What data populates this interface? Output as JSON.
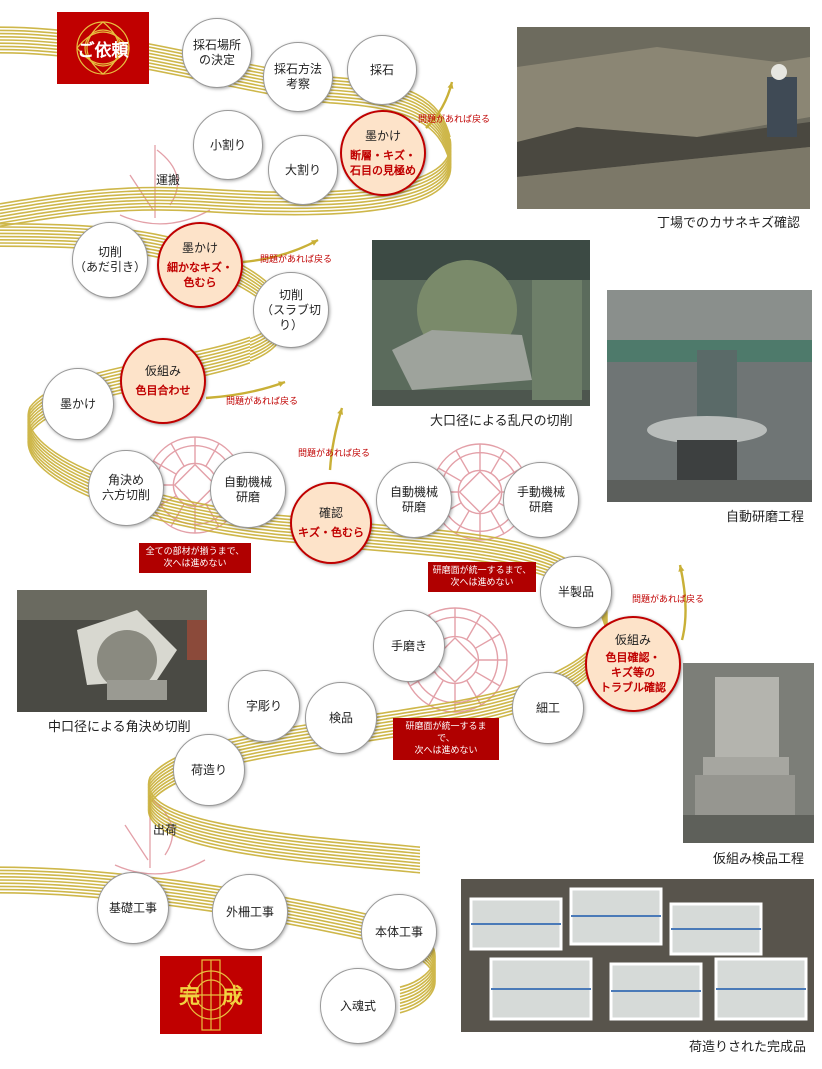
{
  "start_label": "ご依頼",
  "end_label_1": "完",
  "end_label_2": "成",
  "nodes": {
    "site": "採石場所\nの決定",
    "method": "採石方法\n考察",
    "quarry": "採石",
    "sumi1_title": "墨かけ",
    "sumi1_note": "断層・キズ・\n石目の見極め",
    "kowari": "小割り",
    "owari": "大割り",
    "unpan": "運搬",
    "kiri1": "切削\n（あだ引き）",
    "sumi2_title": "墨かけ",
    "sumi2_note": "細かなキズ・\n色むら",
    "kiri2": "切削\n（スラブ切り）",
    "kari1_title": "仮組み",
    "kari1_note": "色目合わせ",
    "sumi3": "墨かけ",
    "kaku": "角決め\n六方切削",
    "auto1": "自動機械\n研磨",
    "kakunin_title": "確認",
    "kakunin_note": "キズ・色むら",
    "auto2": "自動機械\n研磨",
    "manual": "手動機械\n研磨",
    "hanseihin": "半製品",
    "tegaki": "手磨き",
    "kari2_title": "仮組み",
    "kari2_note": "色目確認・\nキズ等の\nトラブル確認",
    "saiku": "細工",
    "kenpin": "検品",
    "jibori": "字彫り",
    "nizukuri": "荷造り",
    "shukka": "出荷",
    "kiso": "基礎工事",
    "gaisaku": "外柵工事",
    "hontai": "本体工事",
    "nyukon": "入魂式"
  },
  "return_label": "問題があれば戻る",
  "notes": {
    "n1": "全ての部材が揃うまで、\n次へは進めない",
    "n2": "研磨面が統一するまで、\n次へは進めない",
    "n3": "研磨面が統一するまで、\n次へは進めない"
  },
  "captions": {
    "c1": "丁場でのカサネキズ確認",
    "c2": "大口径による乱尺の切削",
    "c3": "自動研磨工程",
    "c4": "中口径による角決め切削",
    "c5": "仮組み検品工程",
    "c6": "荷造りされた完成品"
  },
  "colors": {
    "river": "#c9b037",
    "accent_red": "#c00000",
    "key_fill": "#fde3c9",
    "wheel": "#e3a0a8",
    "gold": "#d4b545"
  }
}
